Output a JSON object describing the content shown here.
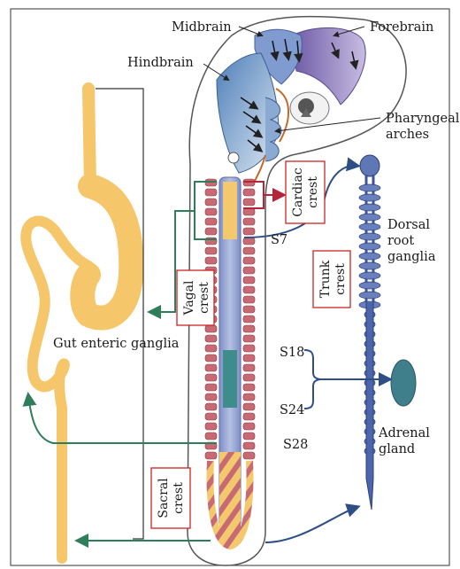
{
  "labels": {
    "midbrain": "Midbrain",
    "forebrain": "Forebrain",
    "hindbrain": "Hindbrain",
    "pharyngeal_1": "Pharyngeal",
    "pharyngeal_2": "arches",
    "dorsal_1": "Dorsal",
    "dorsal_2": "root",
    "dorsal_3": "ganglia",
    "gut_enteric": "Gut enteric ganglia",
    "adrenal_1": "Adrenal",
    "adrenal_2": "gland",
    "s7": "S7",
    "s18": "S18",
    "s24": "S24",
    "s28": "S28"
  },
  "boxed_labels": {
    "cardiac_1": "Cardiac",
    "cardiac_2": "crest",
    "trunk_1": "Trunk",
    "trunk_2": "crest",
    "vagal_1": "Vagal",
    "vagal_2": "crest",
    "sacral_1": "Sacral",
    "sacral_2": "crest"
  },
  "colors": {
    "vagal_arrow": "#2e7d5b",
    "cardiac_arrow": "#b3263a",
    "trunk_arrow": "#2d4f86",
    "somite": "#c86a74",
    "neural_tube": "#9aa8d4",
    "cardiac_segment": "#f4c86c",
    "trunk_segment": "#3f8c8c",
    "gut": "#f6c66a",
    "adrenal": "#3f7f8c",
    "label_box": "#cc2222"
  }
}
